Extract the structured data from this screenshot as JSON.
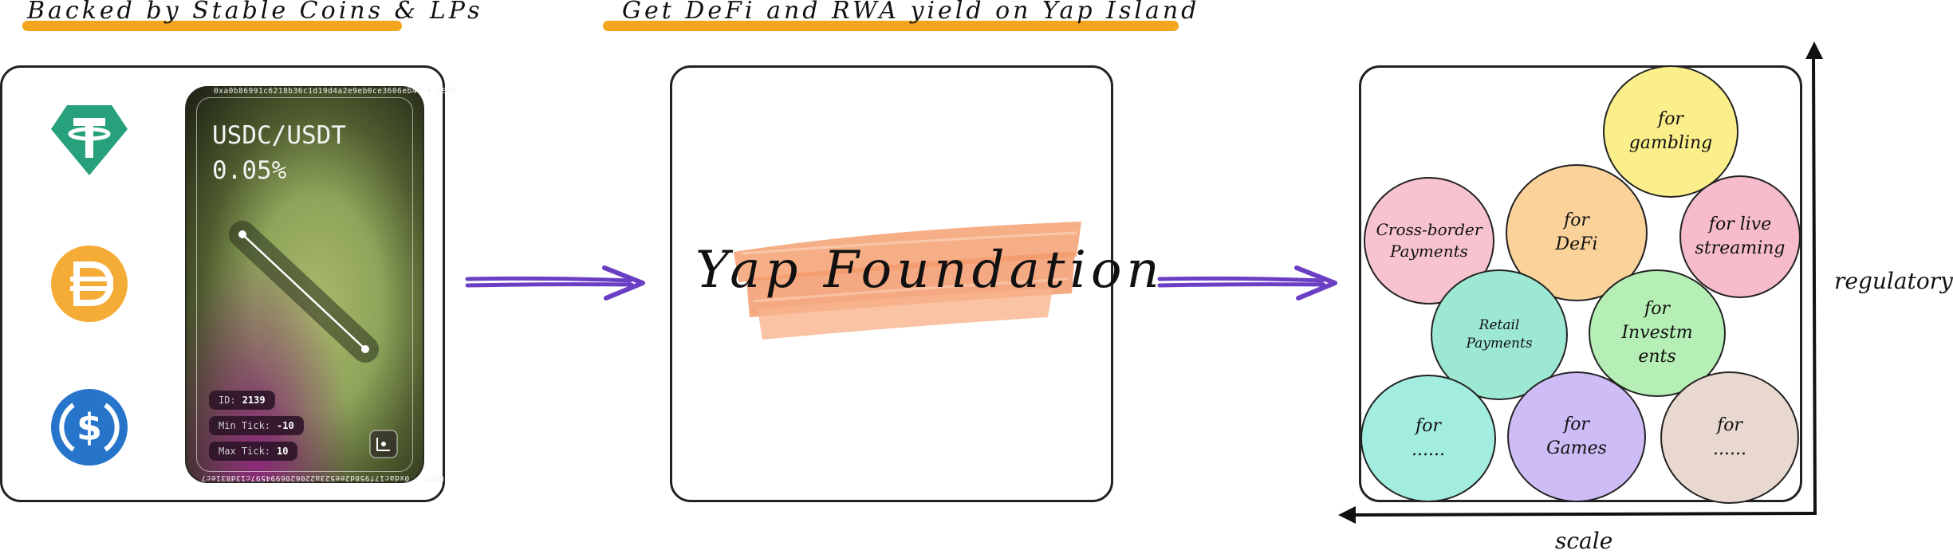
{
  "headings": {
    "left": "Backed by Stable Coins & LPs",
    "middle": "Get DeFi and RWA yield on Yap Island"
  },
  "colors": {
    "marker": "#f3a51d",
    "arrow": "#6b3fc4",
    "tether": "#26a17b",
    "dai": "#f5ac37",
    "usdc": "#2775ca",
    "brush": "#f5a57a"
  },
  "coins": [
    {
      "name": "tether",
      "icon": "tether-icon"
    },
    {
      "name": "dai",
      "icon": "dai-icon"
    },
    {
      "name": "usdc",
      "icon": "usdc-icon"
    }
  ],
  "lp_card": {
    "pair": "USDC/USDT",
    "fee": "0.05%",
    "top_edge": "0xa0b86991c6218b36c1d19d4a2e9eb0ce3606eb48 • USDC",
    "bottom_edge": "USDT • 0xdac17f958d2ee523a2206206994597c13d831ec7",
    "id_label": "ID:",
    "id_value": "2139",
    "min_label": "Min Tick:",
    "min_value": "-10",
    "max_label": "Max Tick:",
    "max_value": "10"
  },
  "center": {
    "title": "Yap Foundation"
  },
  "use_cases": {
    "items": [
      {
        "label": "for gambling",
        "color": "#fbef8c"
      },
      {
        "label": "Cross-border Payments",
        "color": "#f6c3cf"
      },
      {
        "label": "for DeFi",
        "color": "#fbd39a"
      },
      {
        "label": "for live streaming",
        "color": "#f7bccb"
      },
      {
        "label": "Retail Payments",
        "color": "#9de8d3"
      },
      {
        "label": "for Investm ents",
        "color": "#b6efb5"
      },
      {
        "label": "for ......",
        "color": "#a3ece0"
      },
      {
        "label": "for Games",
        "color": "#cdbcf6"
      },
      {
        "label": "for ......",
        "color": "#e8d8cf"
      }
    ],
    "y_axis_label": "regulatory",
    "x_axis_label": "scale"
  }
}
